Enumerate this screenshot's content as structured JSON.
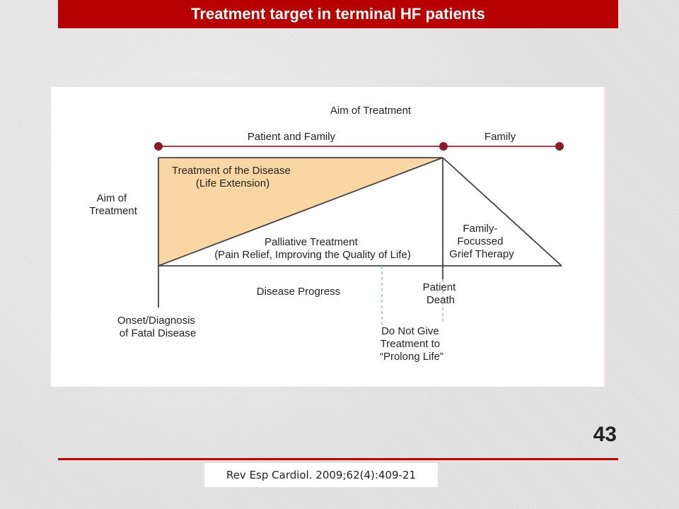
{
  "slide": {
    "title": "Treatment target in terminal HF patients",
    "page_number": "43",
    "citation": "Rev Esp Cardiol. 2009;62(4):409-21",
    "colors": {
      "title_bar": "#b70000",
      "timeline_line": "#b5394a",
      "timeline_dot": "#8b1a2a",
      "treatment_fill": "#f9d6a4",
      "dashed_guide": "#8fd08f"
    }
  },
  "diagram": {
    "aim_header": "Aim of Treatment",
    "phase_patient_family": "Patient and Family",
    "phase_family": "Family",
    "side_label": [
      "Aim of",
      "Treatment"
    ],
    "disease_treatment": [
      "Treatment of the Disease",
      "(Life Extension)"
    ],
    "palliative": [
      "Palliative Treatment",
      "(Pain Relief, Improving the Quality of Life)"
    ],
    "grief": [
      "Family-",
      "Focussed",
      "Grief Therapy"
    ],
    "disease_progress": "Disease Progress",
    "patient_death": [
      "Patient",
      "Death"
    ],
    "onset": [
      "Onset/Diagnosis",
      "of Fatal Disease"
    ],
    "no_prolong": [
      "Do Not Give",
      "Treatment to",
      "“Prolong Life”"
    ]
  }
}
